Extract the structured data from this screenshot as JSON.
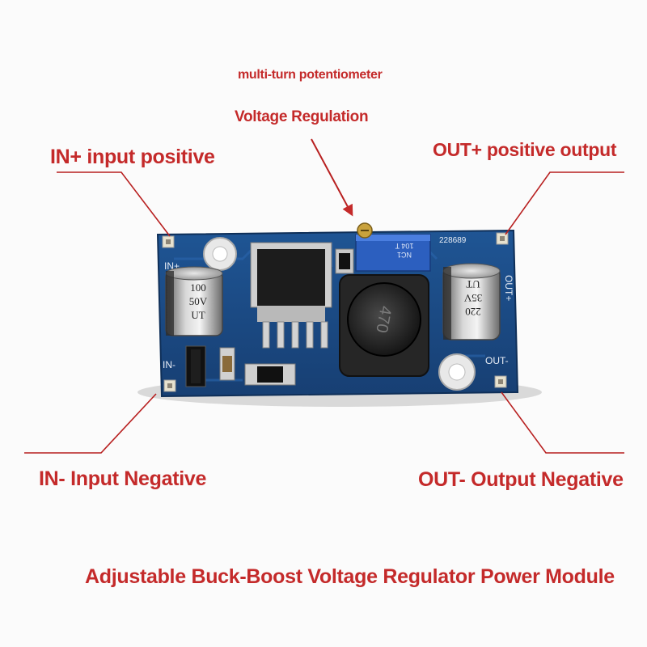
{
  "annotations": {
    "potentiometer": "multi-turn potentiometer",
    "voltage_regulation": "Voltage Regulation",
    "in_positive": "IN+ input positive",
    "out_positive": "OUT+ positive output",
    "in_negative": "IN- Input Negative",
    "out_negative": "OUT- Output Negative"
  },
  "title": "Adjustable Buck-Boost Voltage Regulator Power Module",
  "board": {
    "silkscreen_in_plus": "IN+",
    "silkscreen_in_minus": "IN-",
    "silkscreen_out_plus": "OUT+",
    "silkscreen_out_minus": "OUT-",
    "part_number": "228689",
    "pot_marking_1": "104 T",
    "pot_marking_2": "NC1",
    "inductor_marking": "470",
    "input_cap_value": "100",
    "input_cap_voltage": "50V",
    "input_cap_brand": "UT",
    "output_cap_value": "220",
    "output_cap_voltage": "35V",
    "output_cap_brand": "UT"
  },
  "colors": {
    "annotation": "#c42a2a",
    "pcb": "#1d4c86",
    "pcb_dark": "#143a6a",
    "leader_line": "#b82020",
    "background": "#fbfbfb"
  }
}
